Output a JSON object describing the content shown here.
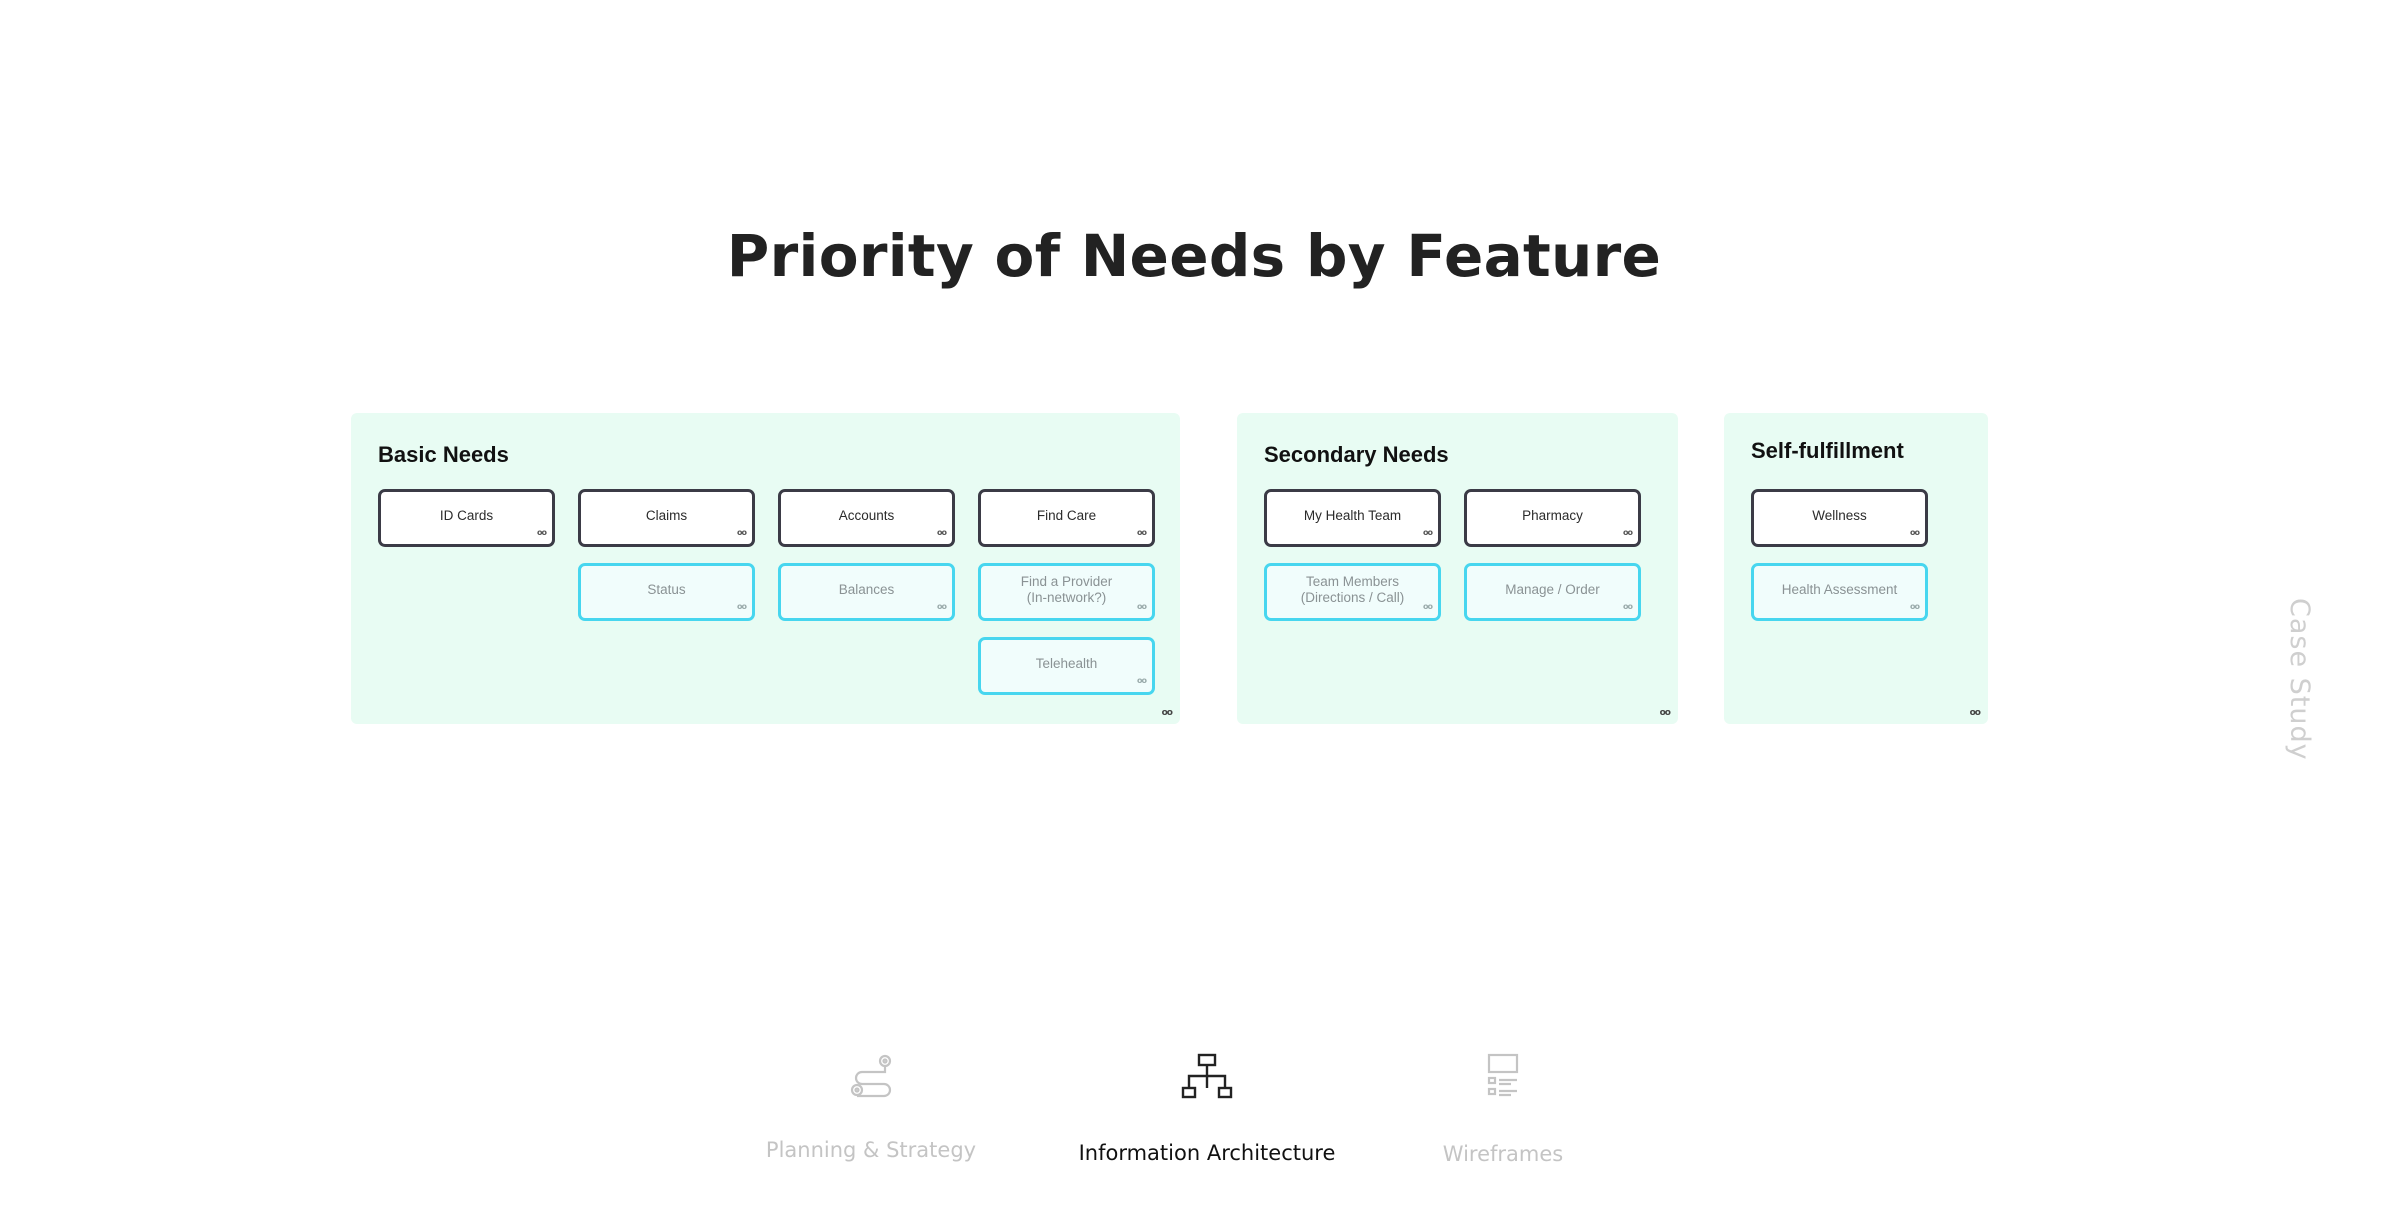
{
  "page": {
    "title": "Priority of Needs by Feature",
    "side_label": "Case Study"
  },
  "colors": {
    "group_background": "#e8fcf3",
    "primary_border": "#3b3b46",
    "secondary_border": "#47d6ef",
    "title_text": "#222222",
    "nav_active": "#111111",
    "nav_inactive": "#c4c4c4"
  },
  "groups": [
    {
      "title": "Basic Needs",
      "mark": "oo",
      "cards": [
        {
          "label": "ID Cards",
          "kind": "primary",
          "mark": "oo"
        },
        {
          "label": "Claims",
          "kind": "primary",
          "mark": "oo"
        },
        {
          "label": "Accounts",
          "kind": "primary",
          "mark": "oo"
        },
        {
          "label": "Find Care",
          "kind": "primary",
          "mark": "oo"
        },
        {
          "label": "Status",
          "kind": "secondary",
          "mark": "oo"
        },
        {
          "label": "Balances",
          "kind": "secondary",
          "mark": "oo"
        },
        {
          "label": "Find a Provider\n(In-network?)",
          "kind": "secondary",
          "mark": "oo"
        },
        {
          "label": "Telehealth",
          "kind": "secondary",
          "mark": "oo"
        }
      ]
    },
    {
      "title": "Secondary Needs",
      "mark": "oo",
      "cards": [
        {
          "label": "My Health Team",
          "kind": "primary",
          "mark": "oo"
        },
        {
          "label": "Pharmacy",
          "kind": "primary",
          "mark": "oo"
        },
        {
          "label": "Team Members\n(Directions  / Call)",
          "kind": "secondary",
          "mark": "oo"
        },
        {
          "label": "Manage / Order",
          "kind": "secondary",
          "mark": "oo"
        }
      ]
    },
    {
      "title": "Self-fulfillment",
      "mark": "oo",
      "cards": [
        {
          "label": "Wellness",
          "kind": "primary",
          "mark": "oo"
        },
        {
          "label": "Health Assessment",
          "kind": "secondary",
          "mark": "oo"
        }
      ]
    }
  ],
  "nav": [
    {
      "label": "Planning & Strategy",
      "icon": "route-map-icon",
      "active": false
    },
    {
      "label": "Information Architecture",
      "icon": "sitemap-icon",
      "active": true
    },
    {
      "label": "Wireframes",
      "icon": "wireframe-icon",
      "active": false
    }
  ]
}
